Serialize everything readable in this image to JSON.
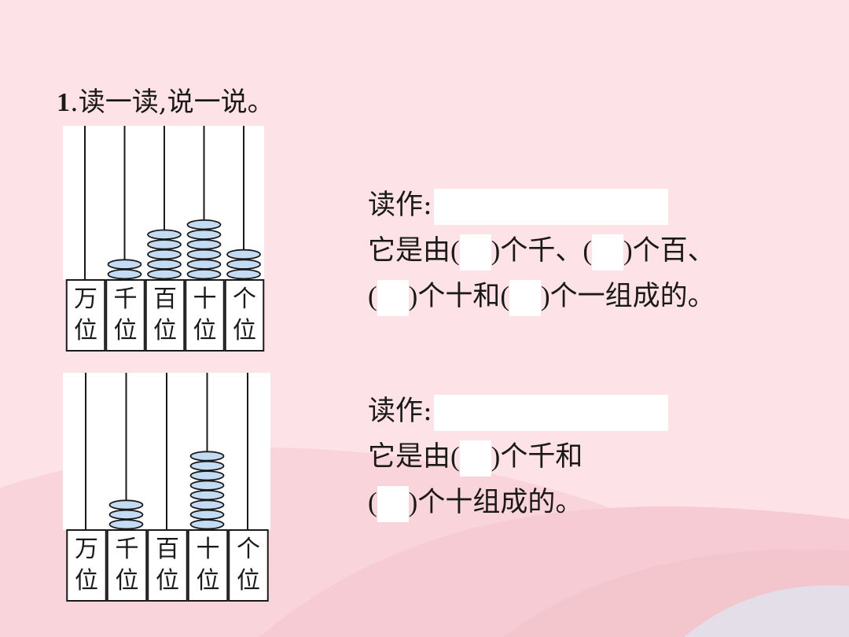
{
  "title": {
    "number": "1",
    "text": ".读一读,说一说。"
  },
  "abacus_labels": [
    [
      "万",
      "位"
    ],
    [
      "千",
      "位"
    ],
    [
      "百",
      "位"
    ],
    [
      "十",
      "位"
    ],
    [
      "个",
      "位"
    ]
  ],
  "colors": {
    "background": "#fde3e7",
    "bead": "#c4dcf3",
    "bead_stroke": "#1a1a1a",
    "wave": "#f4c7cf"
  },
  "abacus1": {
    "beads": [
      0,
      2,
      5,
      6,
      3
    ]
  },
  "abacus2": {
    "beads": [
      0,
      3,
      0,
      8,
      0
    ]
  },
  "q1": {
    "read_label": "读作:",
    "line2": {
      "a": "它是由",
      "b": "个千、",
      "c": "个百、"
    },
    "line3": {
      "b": "个十和",
      "c": "个一组成的。"
    }
  },
  "q2": {
    "read_label": "读作:",
    "line2": {
      "a": "它是由",
      "b": "个千和"
    },
    "line3": {
      "b": "个十组成的。"
    }
  },
  "paren_open": "(",
  "paren_close": ")"
}
